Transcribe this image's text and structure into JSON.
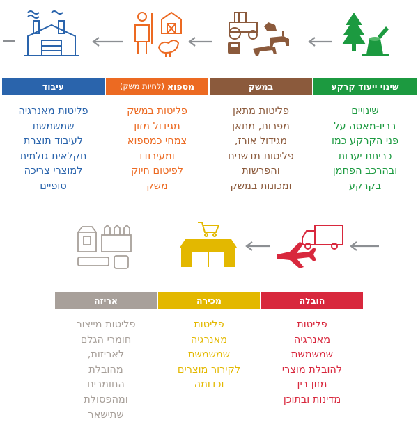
{
  "stages": {
    "land_use": {
      "label": "שינוי ייעוד קרקע",
      "lines": [
        "שינויים",
        "בביו-מאסה על",
        "פני הקרקע כמו",
        "כריתת יערות",
        "ובהרכב הפחמן",
        "בקרקע"
      ],
      "color": "#1c9a40",
      "icon": "trees-stump-icon"
    },
    "farm": {
      "label": "במשק",
      "lines": [
        "פליטות מתאן",
        "מפרות, מתאן",
        "מגידול אורז,",
        "פליטות מדשנים",
        "והפרשות",
        "ומכונות במשק"
      ],
      "color": "#8b5a3c",
      "icon": "tractor-cattle-icon"
    },
    "feed": {
      "label": "מספוא",
      "label_sub": "(לחיות משק)",
      "lines": [
        "פליטות במשק",
        "מגידול מזון",
        "צמחי כמספוא",
        "ומעיבודו",
        "לפיטום חיוק",
        "משק"
      ],
      "color": "#ec6a22",
      "icon": "farmer-barn-icon"
    },
    "processing": {
      "label": "עיבוד",
      "lines": [
        "פליטות מאנרגיה",
        "שמשמשת",
        "לעיבוד תוצרת",
        "חקלאית גולמית",
        "למוצרי צריכה",
        "סופיים"
      ],
      "color": "#2a64ac",
      "icon": "factory-icon"
    },
    "transport": {
      "label": "הובלה",
      "lines": [
        "פליטות",
        "מאנרגיה",
        "שמשמשת",
        "להובלת מוצרי",
        "מזון בין",
        "מדינות ובתוכן"
      ],
      "color": "#d8283d",
      "icon": "truck-plane-icon"
    },
    "retail": {
      "label": "מכירה",
      "lines": [
        "פליטות",
        "מאנרגיה",
        "שמשמשת",
        "לקירור מוצרים",
        "וכדומה"
      ],
      "color": "#e3b800",
      "icon": "store-cart-icon"
    },
    "packaging": {
      "label": "אריזה",
      "lines": [
        "פליטות מייצור",
        "חומרי הגלם",
        "לאריזות,",
        "מהובלת",
        "החומרים",
        "ומהפסולת",
        "שתישאר"
      ],
      "color": "#a8a09a",
      "icon": "packages-icon"
    }
  }
}
